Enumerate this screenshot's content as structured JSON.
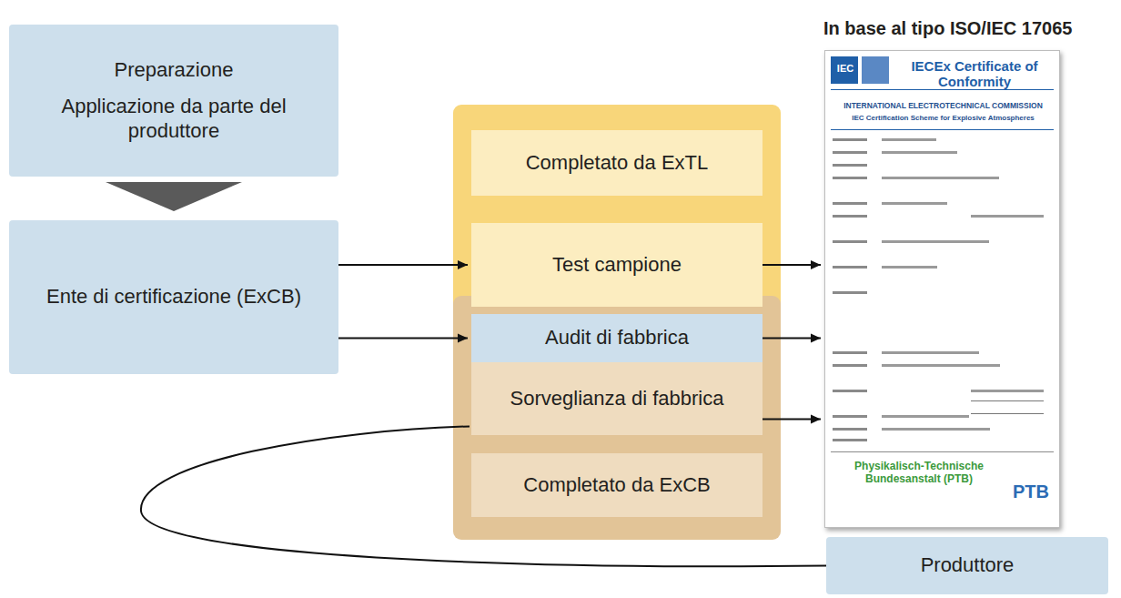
{
  "diagram": {
    "nodes": [
      {
        "text": [
          "Preparazione",
          "Applicazione da parte del produttore"
        ]
      },
      {
        "text": [
          "Ente di certificazione (ExCB)"
        ]
      },
      {
        "text": [
          "Completato da ExTL"
        ]
      },
      {
        "text": [
          "Test campione"
        ]
      },
      {
        "text": [
          "Audit di fabbrica"
        ]
      },
      {
        "text": [
          "Sorveglianza di fabbrica"
        ]
      },
      {
        "text": [
          "Completato da ExCB"
        ]
      },
      {
        "text": [
          "IECEx Certificate of Conformity",
          "INTERNATIONAL ELECTROTECHNICAL COMMISSION",
          "IEC Certification Scheme for Explosive Atmospheres",
          "Physikalisch-Technische Bundesanstalt (PTB)"
        ]
      },
      {
        "text": [
          "Produttore"
        ]
      }
    ],
    "edges": [
      {
        "from": 0,
        "to": 1,
        "arrow": "to"
      },
      {
        "from": 1,
        "to": 3,
        "arrow": "to"
      },
      {
        "from": 1,
        "to": 4,
        "arrow": "to"
      },
      {
        "from": 3,
        "to": 7,
        "arrow": "to"
      },
      {
        "from": 4,
        "to": 7,
        "arrow": "to"
      },
      {
        "from": 5,
        "to": 7,
        "arrow": "to"
      },
      {
        "from": 8,
        "to": 5,
        "arrow": "none"
      }
    ],
    "labels": [
      "In base al tipo ISO/IEC 17065",
      "IEC",
      "PTB"
    ]
  }
}
